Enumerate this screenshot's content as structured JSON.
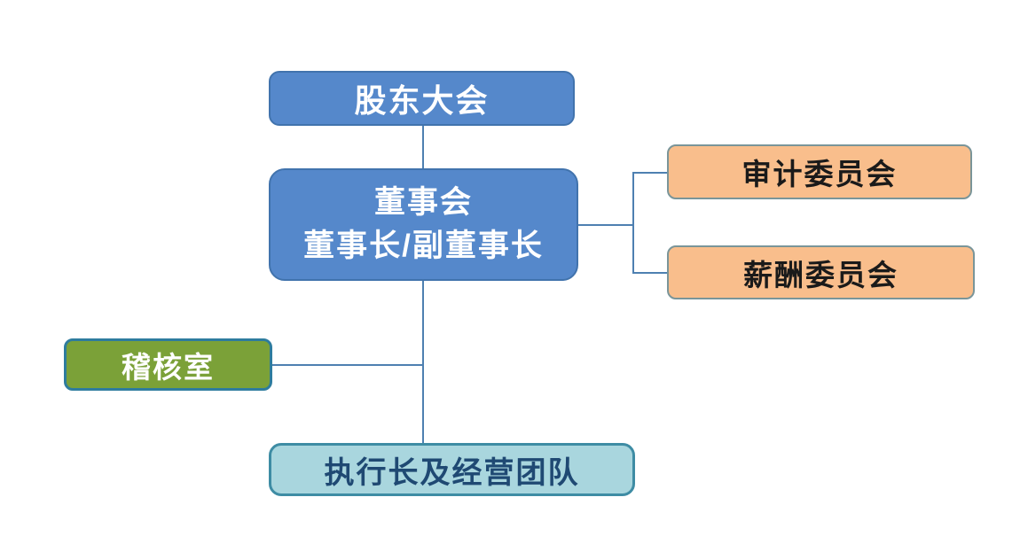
{
  "diagram": {
    "type": "org-chart",
    "title": "",
    "nodes": {
      "shareholders": {
        "label": "股东大会",
        "fill": "#5588CB",
        "border": "#4173AD",
        "text_color": "#FFFFFF"
      },
      "board": {
        "line1": "董事会",
        "line2": "董事长/副董事长",
        "fill": "#5588CB",
        "border": "#4173AD",
        "text_color": "#FFFFFF"
      },
      "audit_committee": {
        "label": "审计委员会",
        "fill": "#F9BE8C",
        "border": "#7A9599",
        "text_color": "#1A1A1A"
      },
      "compensation_committee": {
        "label": "薪酬委员会",
        "fill": "#F9BE8C",
        "border": "#7A9599",
        "text_color": "#1A1A1A"
      },
      "audit_office": {
        "label": "稽核室",
        "fill": "#7BA138",
        "border": "#2E7C9E",
        "text_color": "#FFFFFF"
      },
      "ceo_team": {
        "label": "执行长及经营团队",
        "fill": "#A9D6DE",
        "border": "#3E8CA4",
        "text_color": "#1F4973"
      }
    },
    "edges": [
      {
        "from": "shareholders",
        "to": "board"
      },
      {
        "from": "board",
        "to": "audit_committee"
      },
      {
        "from": "board",
        "to": "compensation_committee"
      },
      {
        "from": "board",
        "to": "audit_office"
      },
      {
        "from": "board",
        "to": "ceo_team"
      }
    ],
    "connector_color": "#4E80B1",
    "background_color": "#FFFFFF"
  }
}
